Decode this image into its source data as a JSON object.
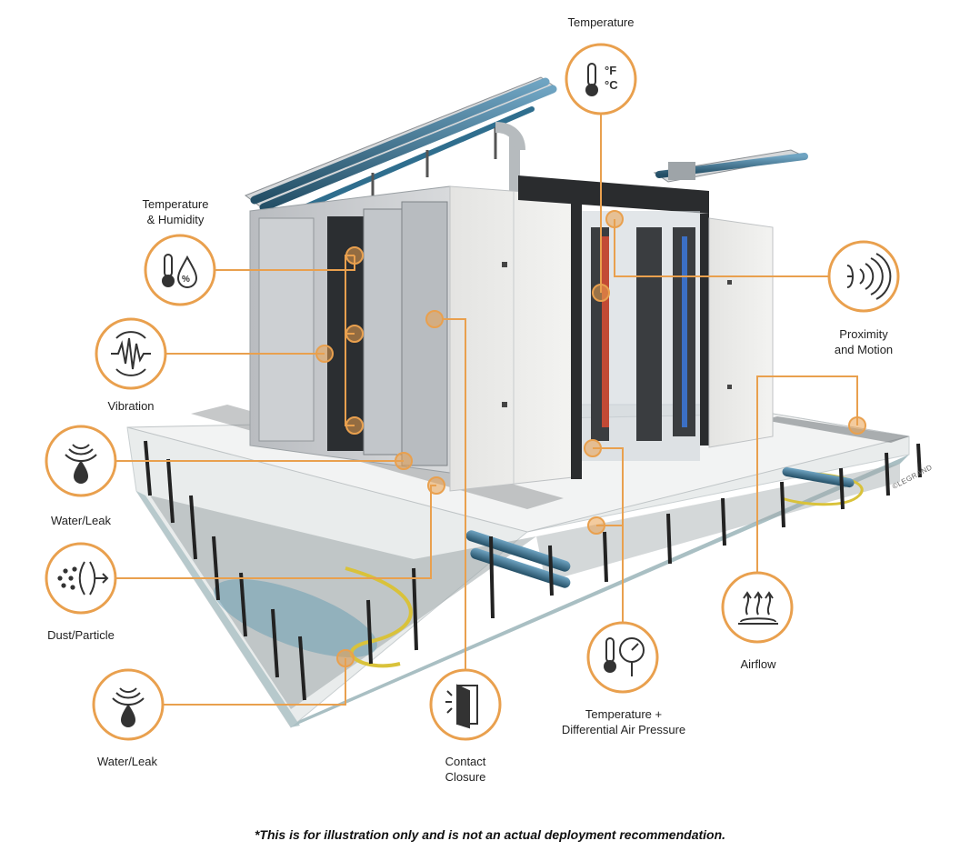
{
  "sensors": {
    "temperature_top": {
      "label": "Temperature",
      "icon": "thermometer-fahrenheit-celsius-icon"
    },
    "temperature_humidity": {
      "line1": "Temperature",
      "line2": "& Humidity",
      "icon": "thermometer-humidity-icon"
    },
    "vibration": {
      "label": "Vibration",
      "icon": "vibration-icon"
    },
    "water_leak_upper": {
      "label": "Water/Leak",
      "icon": "water-drop-icon"
    },
    "dust_particle": {
      "label": "Dust/Particle",
      "icon": "dust-particle-icon"
    },
    "water_leak_lower": {
      "label": "Water/Leak",
      "icon": "water-drop-icon"
    },
    "contact_closure": {
      "line1": "Contact",
      "line2": "Closure",
      "icon": "door-open-icon"
    },
    "temp_diff_pressure": {
      "line1": "Temperature +",
      "line2": "Differential Air Pressure",
      "icon": "thermometer-gauge-icon"
    },
    "airflow": {
      "label": "Airflow",
      "icon": "airflow-icon"
    },
    "proximity_motion": {
      "line1": "Proximity",
      "line2": "and Motion",
      "icon": "proximity-waves-icon"
    }
  },
  "copyright": "©LEGRAND",
  "disclaimer": "*This is for illustration only and is not an actual deployment recommendation.",
  "colors": {
    "accent": "#e9a04e",
    "icon": "#333333",
    "cabinet": "#eeeeec",
    "floor": "#f0f1f1",
    "cable": "#2f6e8e"
  }
}
